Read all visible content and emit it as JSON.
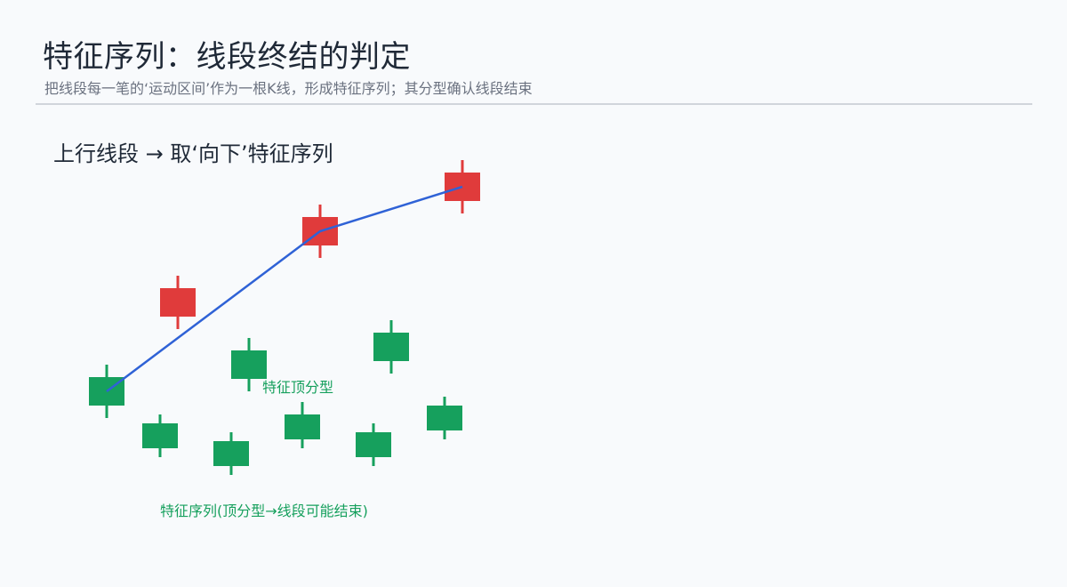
{
  "header": {
    "title": "特征序列：线段终结的判定",
    "subtitle": "把线段每一笔的‘运动区间’作为一根K线，形成特征序列；其分型确认线段结束"
  },
  "section": {
    "title": "上行线段 → 取‘向下’特征序列"
  },
  "diagram": {
    "colors": {
      "up": "#e03b3b",
      "down": "#16a05d",
      "segment": "#2f62d6"
    },
    "labels": {
      "top_fractal": "特征顶分型",
      "sequence_caption": "特征序列(顶分型→线段可能结束)"
    }
  }
}
